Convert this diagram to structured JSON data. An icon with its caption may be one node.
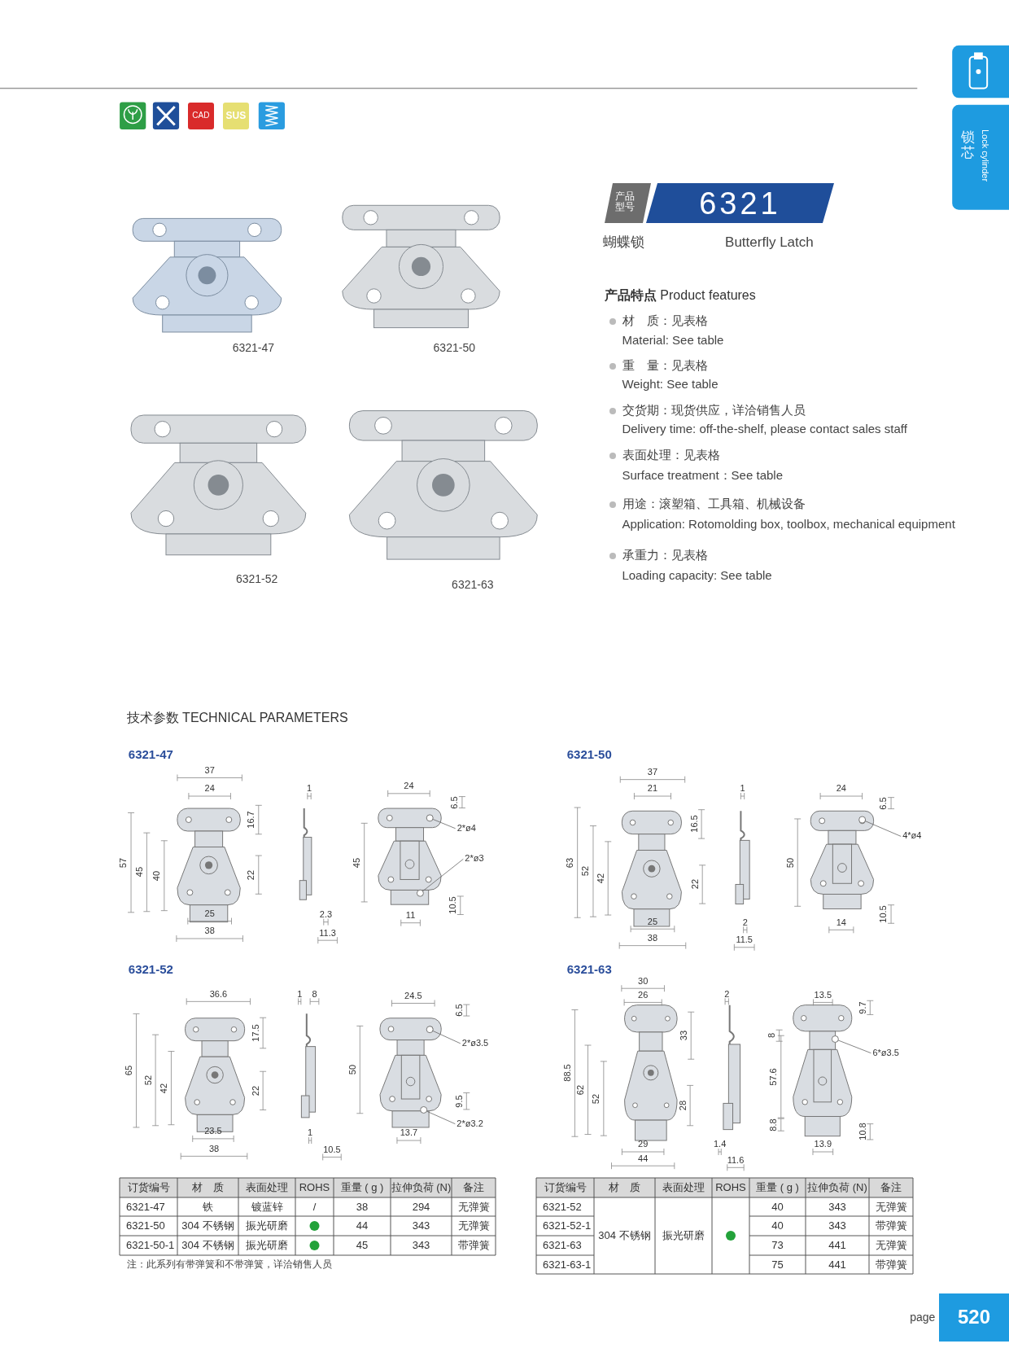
{
  "diagram": {
    "title": "6321",
    "nodes": [
      {
        "text": [
          "2*ø4"
        ]
      },
      {
        "text": [
          "2*ø3"
        ]
      },
      {
        "text": [
          "4*ø4"
        ]
      },
      {
        "text": [
          "2*ø3.5"
        ]
      },
      {
        "text": [
          "2*ø3.2"
        ]
      },
      {
        "text": [
          "6*ø3.5"
        ]
      },
      {
        "text": [],
        "shape": "circle"
      },
      {
        "text": [],
        "shape": "circle"
      },
      {
        "text": [],
        "shape": "circle"
      },
      {
        "text": [],
        "shape": "circle"
      },
      {
        "text": [],
        "shape": "circle"
      },
      {
        "text": [],
        "shape": "circle"
      }
    ],
    "edges": [
      {
        "from": 0,
        "to": 6,
        "arrow": "none"
      },
      {
        "from": 1,
        "to": 7,
        "arrow": "none"
      },
      {
        "from": 2,
        "to": 8,
        "arrow": "none"
      },
      {
        "from": 3,
        "to": 9,
        "arrow": "none"
      },
      {
        "from": 4,
        "to": 10,
        "arrow": "none"
      },
      {
        "from": 5,
        "to": 11,
        "arrow": "none"
      }
    ],
    "labels": [
      "CAD",
      "SUS",
      "锁芯",
      "Lock cylinder",
      "6321-47",
      "6321-50",
      "6321-52",
      "6321-63",
      "产品型号",
      "蝴蝶锁",
      "Butterfly Latch",
      "**产品特点** Product features",
      "材　质：见表格",
      "Material: See table",
      "重　量：见表格",
      "Weight: See table",
      "交货期：现货供应，详洽销售人员",
      "Delivery time: off-the-shelf, please contact sales staff",
      "表面处理：见表格",
      "Surface treatment：See table",
      "用途：滚塑箱、工具箱、机械设备",
      "Application: Rotomolding box, toolbox, mechanical equipment",
      "承重力：见表格",
      "Loading capacity: See table",
      "技术参数 TECHNICAL PARAMETERS",
      "6321-47",
      "37",
      "24",
      "16.7",
      "57",
      "45",
      "40",
      "22",
      "25",
      "38",
      "1",
      "2.3",
      "11.3",
      "24",
      "6.5",
      "45",
      "10.5",
      "11",
      "6321-50",
      "37",
      "21",
      "16.5",
      "63",
      "52",
      "42",
      "22",
      "25",
      "38",
      "1",
      "2",
      "11.5",
      "24",
      "6.5",
      "50",
      "10.5",
      "14",
      "6321-52",
      "36.6",
      "17.5",
      "65",
      "52",
      "42",
      "22",
      "23.5",
      "38",
      "1",
      "8",
      "1",
      "10.5",
      "24.5",
      "6.5",
      "50",
      "9.5",
      "13.7",
      "6321-63",
      "30",
      "26",
      "33",
      "88.5",
      "62",
      "52",
      "28",
      "29",
      "44",
      "2",
      "1.4",
      "11.6",
      "13.5",
      "9.7",
      "8",
      "57.6",
      "8.8",
      "10.8",
      "13.9",
      "订货编号",
      "材　质",
      "表面处理",
      "ROHS",
      "重量 ( g )",
      "拉伸负荷 (N)",
      "备注",
      "6321-47",
      "铁",
      "镀蓝锌",
      "/",
      "38",
      "294",
      "无弹簧",
      "6321-50",
      "304 不锈钢",
      "振光研磨",
      "44",
      "343",
      "无弹簧",
      "6321-50-1",
      "304 不锈钢",
      "振光研磨",
      "45",
      "343",
      "带弹簧",
      "注：此系列有带弹簧和不带弹簧，详洽销售人员",
      "订货编号",
      "材　质",
      "表面处理",
      "ROHS",
      "重量 ( g )",
      "拉伸负荷 (N)",
      "备注",
      "6321-52",
      "304 不锈钢",
      "振光研磨",
      "40",
      "343",
      "无弹簧",
      "6321-52-1",
      "40",
      "343",
      "带弹簧",
      "6321-63",
      "73",
      "441",
      "无弹簧",
      "6321-63-1",
      "75",
      "441",
      "带弹簧",
      "page",
      "520"
    ]
  }
}
